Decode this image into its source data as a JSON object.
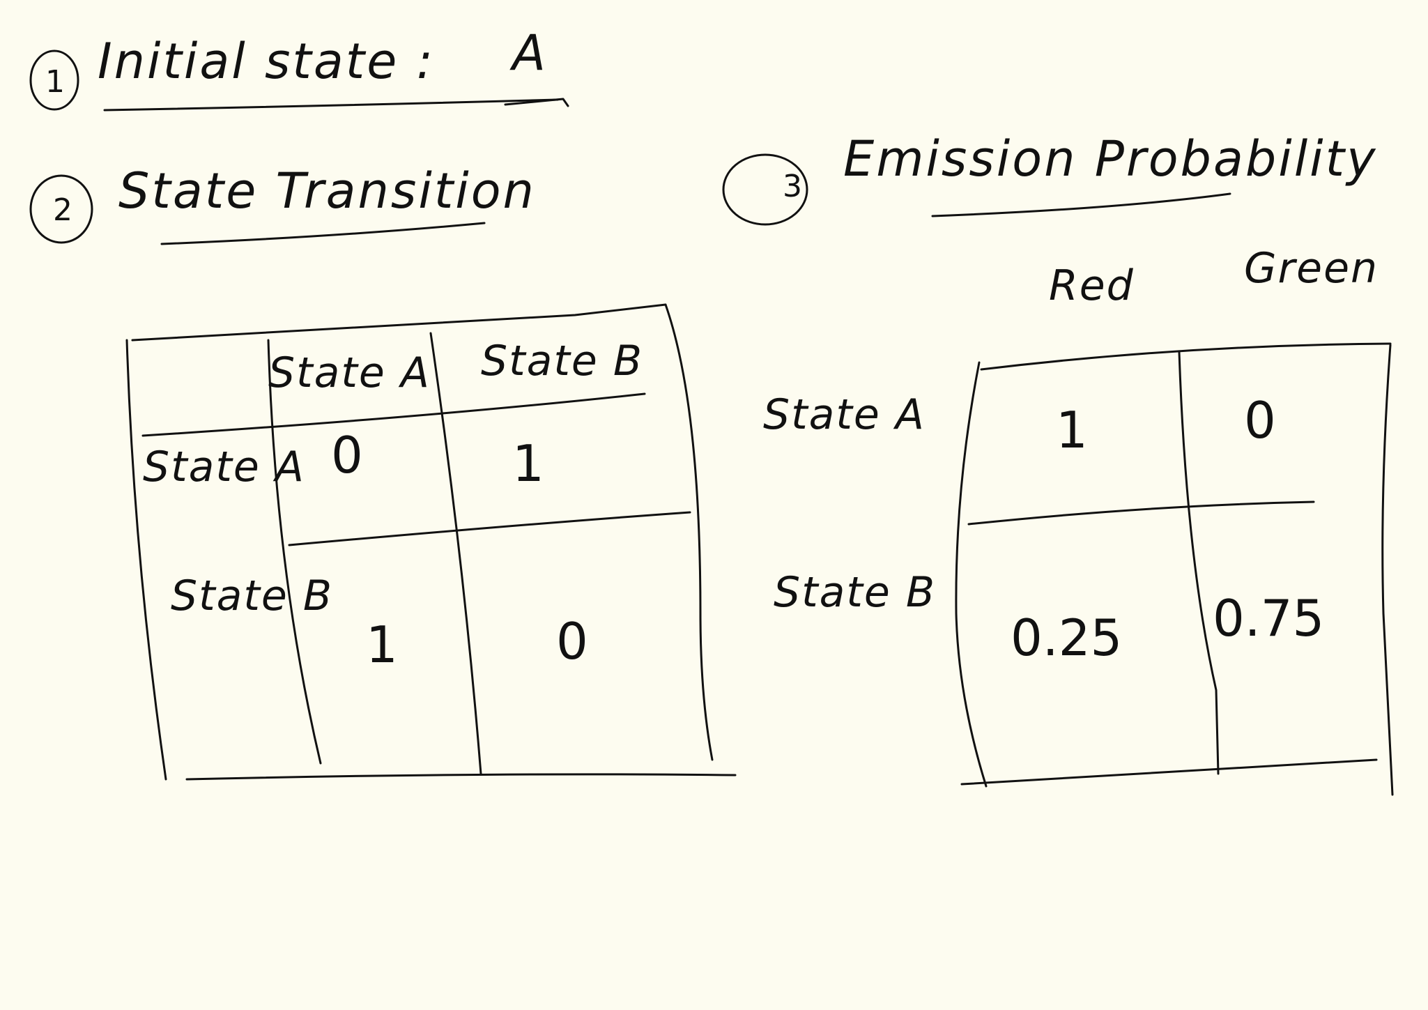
{
  "sections": {
    "initial_state": {
      "number": "1",
      "label": "Initial state :",
      "value": "A"
    },
    "state_transition": {
      "number": "2",
      "title": "State Transition",
      "column_headers": [
        "State A",
        "State B"
      ],
      "row_headers": [
        "State A",
        "State B"
      ],
      "cells": [
        [
          "0",
          "1"
        ],
        [
          "1",
          "0"
        ]
      ]
    },
    "emission_probability": {
      "number": "3",
      "title": "Emission Probability",
      "column_headers": [
        "Red",
        "Green"
      ],
      "row_headers": [
        "State A",
        "State B"
      ],
      "cells": [
        [
          "1",
          "0"
        ],
        [
          "0.25",
          "0.75"
        ]
      ]
    }
  },
  "colors": {
    "background": "#fdfcf0",
    "ink": "#111111"
  }
}
